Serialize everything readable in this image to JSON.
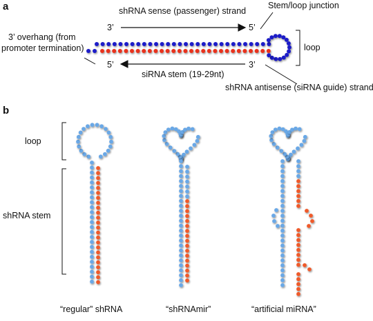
{
  "panel_a": {
    "letter": "a",
    "sense_strand_label": "shRNA sense (passenger) strand",
    "junction_label": "Stem/loop junction",
    "loop_label": "loop",
    "overhang_label_line1": "3’ overhang (from",
    "overhang_label_line2": "promoter termination)",
    "sirna_stem_label": "siRNA stem (19-29nt)",
    "antisense_label": "shRNA antisense (siRNA guide) strand",
    "top_left_end": "3’",
    "top_right_end": "5’",
    "bottom_left_end": "5’",
    "bottom_right_end": "3’"
  },
  "panel_b": {
    "letter": "b",
    "loop_label": "loop",
    "stem_label": "shRNA stem",
    "captions": [
      "“regular” shRNA",
      "“shRNAmir”",
      "“artificial miRNA”"
    ]
  },
  "colors": {
    "sense_dot": "#1f1fc8",
    "antisense_dot": "#e8321e",
    "light_blue_dot": "#6aa8e6",
    "orange_dot": "#ef5a2c",
    "text": "#111111"
  }
}
